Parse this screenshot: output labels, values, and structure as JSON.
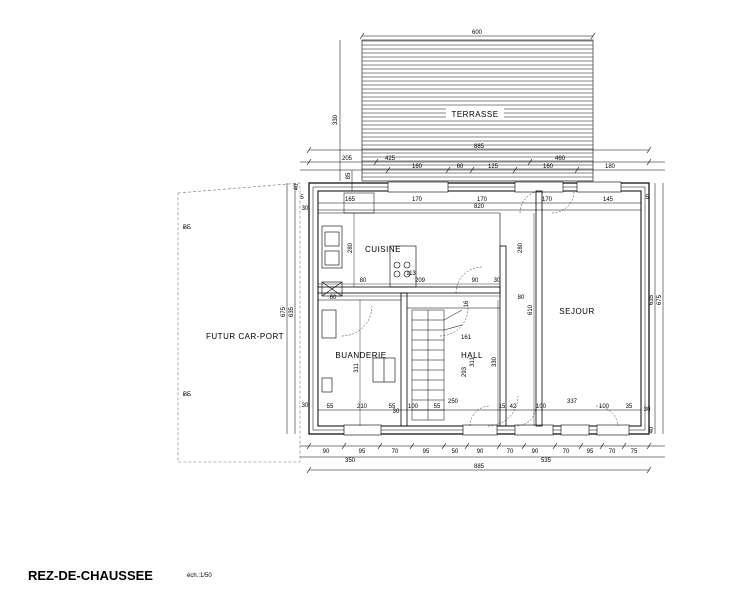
{
  "title": "REZ-DE-CHAUSSEE",
  "scale": "éch.:1/50",
  "rooms": {
    "terrasse": "TERRASSE",
    "cuisine": "CUISINE",
    "sejour": "SEJOUR",
    "buanderie": "BUANDERIE",
    "hall": "HALL",
    "carport": "FUTUR CAR-PORT"
  },
  "dims": {
    "top_600": "600",
    "top_885": "885",
    "row1": [
      "205",
      "425",
      "460"
    ],
    "row2": [
      "160",
      "60",
      "160",
      "180"
    ],
    "row2_extra": "125",
    "inner_top": [
      "165",
      "170",
      "170",
      "170",
      "145"
    ],
    "inner_820": "820",
    "terrasse_h": "330",
    "left_85": "85",
    "left_40": "40",
    "left_635": "635",
    "left_675": "675",
    "left_5": "5",
    "left_30a": "30",
    "left_30b": "30",
    "right_635": "635",
    "right_675": "675",
    "right_5": "5",
    "right_30": "30",
    "right_40": "40",
    "k_280": "280",
    "k_80": "80",
    "k_209": "209",
    "k_90": "90",
    "k_30": "30",
    "k_60": "60",
    "k_80b": "80",
    "k_280b": "280",
    "k_610": "610",
    "k_161": "161",
    "h_16": "16",
    "b_311": "311",
    "h_293": "293",
    "h_311": "311",
    "s_330": "330",
    "bot_inner": [
      "55",
      "210",
      "55",
      "100",
      "55",
      "250",
      "15",
      "42",
      "100",
      "337",
      "100",
      "35"
    ],
    "bot_row1": [
      "90",
      "95",
      "70",
      "95",
      "50",
      "90",
      "70",
      "90",
      "70",
      "95",
      "70",
      "75"
    ],
    "bot_row2": [
      "350",
      "535"
    ],
    "bot_885": "885",
    "k_113": "113",
    "b_30": "30"
  }
}
